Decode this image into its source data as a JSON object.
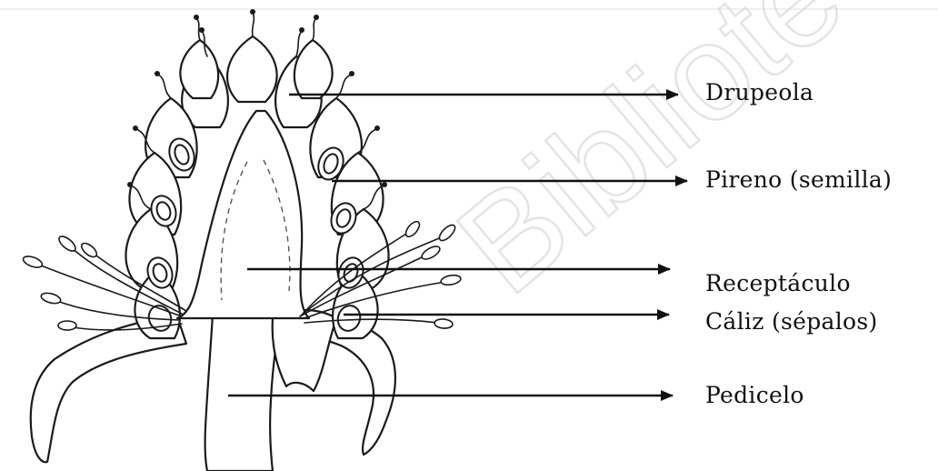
{
  "diagram": {
    "labels": [
      {
        "id": "drupeola",
        "text": "Drupeola"
      },
      {
        "id": "pireno",
        "text": "Pireno (semilla)"
      },
      {
        "id": "receptaculo",
        "text": "Receptáculo"
      },
      {
        "id": "caliz",
        "text": "Cáliz (sépalos)"
      },
      {
        "id": "pedicelo",
        "text": "Pedicelo"
      }
    ],
    "watermark": "Biblioteca"
  },
  "colors": {
    "background": "#ffffff",
    "ink": "#111111",
    "stippled_tissue": "#d9d9d9",
    "watermark": "#cfcfcf"
  }
}
